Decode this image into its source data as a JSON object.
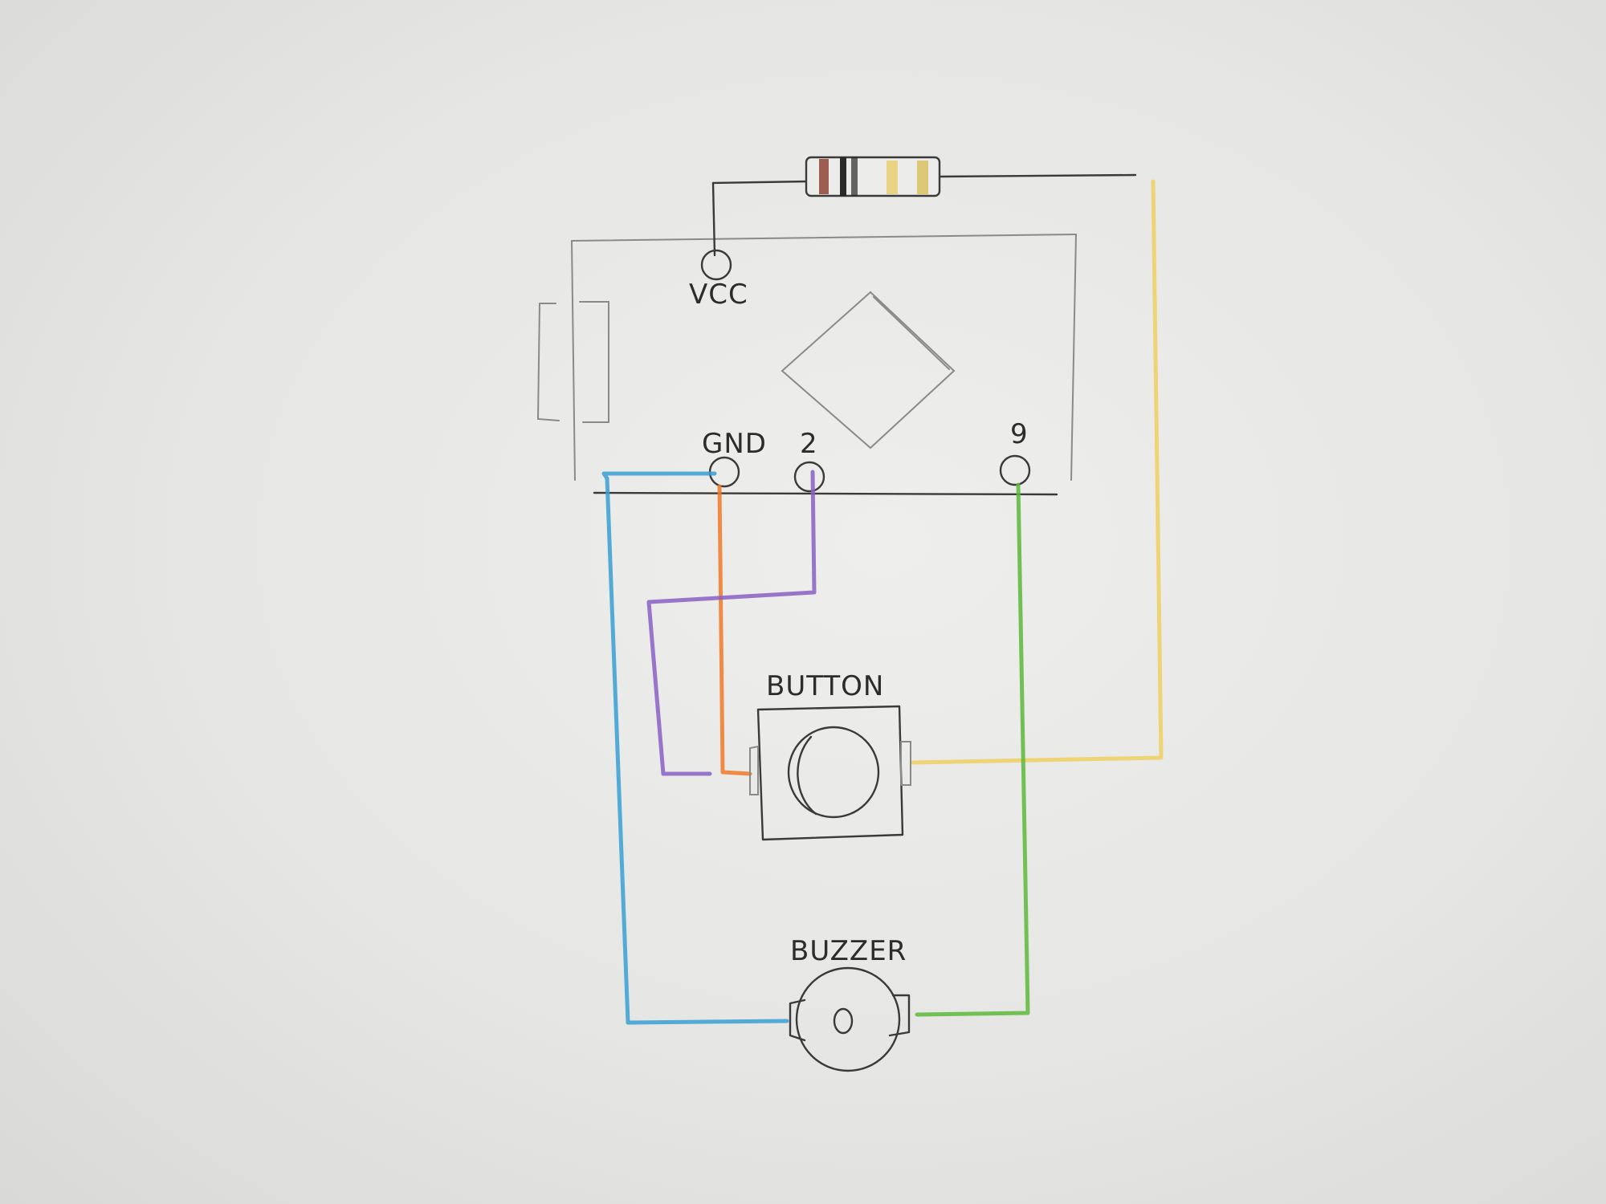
{
  "labels": {
    "vcc": "VCC",
    "gnd": "GND",
    "pin2": "2",
    "pin9": "9",
    "button": "BUTTON",
    "buzzer": "BUZZER"
  },
  "colors": {
    "paper": "#e6e6e4",
    "pencil": "#3a3a3a",
    "wire_blue": "#3a9fd4",
    "wire_orange": "#f07a2a",
    "wire_purple": "#8a5fc4",
    "wire_green": "#5cb83a",
    "wire_yellow": "#f0d060",
    "resistor_band_1": "#8a3a2a",
    "resistor_band_2": "#2a2a2a",
    "resistor_band_3": "#e8cc60",
    "resistor_band_4": "#d8bc50"
  },
  "icons": {
    "board": "microcontroller-board-icon",
    "resistor": "resistor-icon",
    "button": "push-button-icon",
    "buzzer": "buzzer-icon"
  }
}
